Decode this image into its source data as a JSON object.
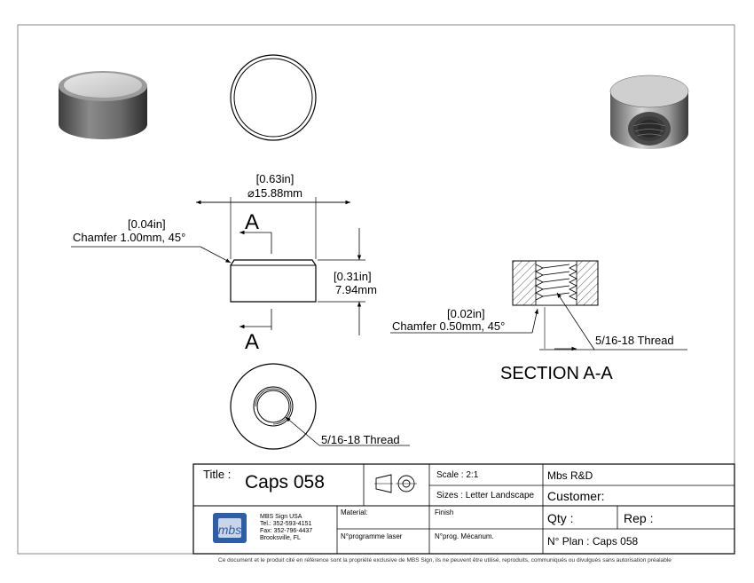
{
  "drawing": {
    "top_dim": {
      "imperial": "[0.63in]",
      "metric": "⌀15.88mm"
    },
    "height_dim": {
      "imperial": "[0.31in]",
      "metric": "7.94mm"
    },
    "chamfer_top": {
      "imperial": "[0.04in]",
      "text": "Chamfer 1.00mm, 45°"
    },
    "chamfer_section": {
      "imperial": "[0.02in]",
      "text": "Chamfer 0.50mm, 45°"
    },
    "section_mark": "A",
    "section_title": "SECTION A-A",
    "thread_section": "5/16-18 Thread",
    "thread_bottom": "5/16-18 Thread"
  },
  "title_block": {
    "title_label": "Title :",
    "title_value": "Caps 058",
    "scale": "Scale : 2:1",
    "sizes": "Sizes : Letter Landscape",
    "company": "Mbs R&D",
    "customer": "Customer:",
    "logo_text": "mbs",
    "contact": [
      "MBS Sign USA",
      "Tel.: 352-593-4151",
      "Fax: 352-796-4437",
      "Brooksville, FL"
    ],
    "material": "Material:",
    "finish": "Finish",
    "qty": "Qty :",
    "rep": "Rep :",
    "prog_laser": "N°programme laser",
    "prog_meca": "N°prog. Mécanum.",
    "plan": "N° Plan : Caps 058"
  },
  "footer": "Ce document et le produit cité en référence sont la propriété exclusive de MBS Sign, ils ne peuvent être utilisé, reproduits, communiqués ou divulgués sans autorisation préalable"
}
